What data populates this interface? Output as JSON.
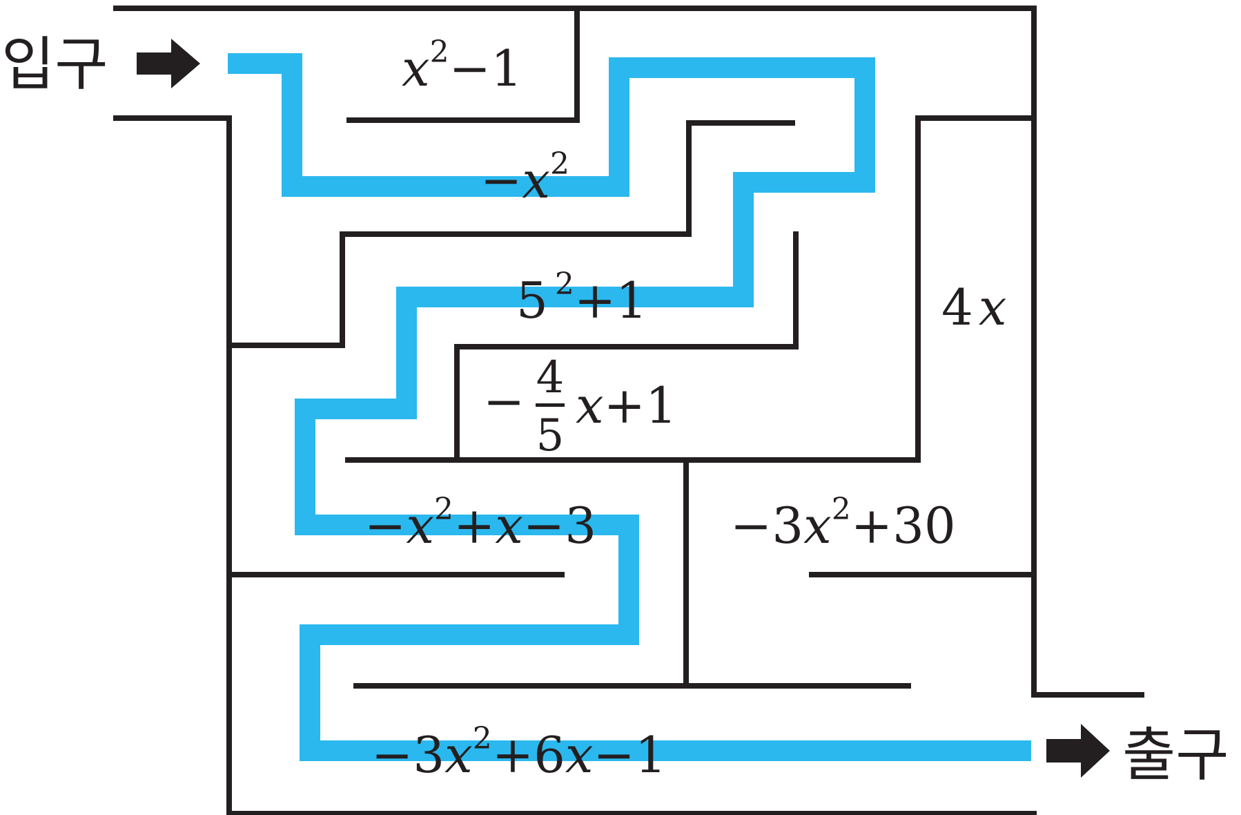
{
  "entrance_label": "입구",
  "exit_label": "출구",
  "colors": {
    "path": "#2bb8ee",
    "wall": "#231f20",
    "text": "#231f20"
  },
  "expressions": {
    "e1": {
      "var": "x",
      "sup": "2",
      "rest": "−1"
    },
    "e2": {
      "lead": "−",
      "var": "x",
      "sup": "2"
    },
    "e3": {
      "base": "5",
      "sup": "2",
      "rest": "+1"
    },
    "e4": {
      "var": "4",
      "var2": "x"
    },
    "e5": {
      "lead": "−",
      "num": "4",
      "den": "5",
      "var": "x",
      "rest": "+1"
    },
    "e6": {
      "lead": "−",
      "var": "x",
      "sup": "2",
      "mid": "+",
      "var2": "x",
      "rest": "−3"
    },
    "e7": {
      "lead": "−3",
      "var": "x",
      "sup": "2",
      "rest": "+30"
    },
    "e8": {
      "lead": "−3",
      "var": "x",
      "sup": "2",
      "mid": "+6",
      "var2": "x",
      "rest": "−1"
    }
  }
}
